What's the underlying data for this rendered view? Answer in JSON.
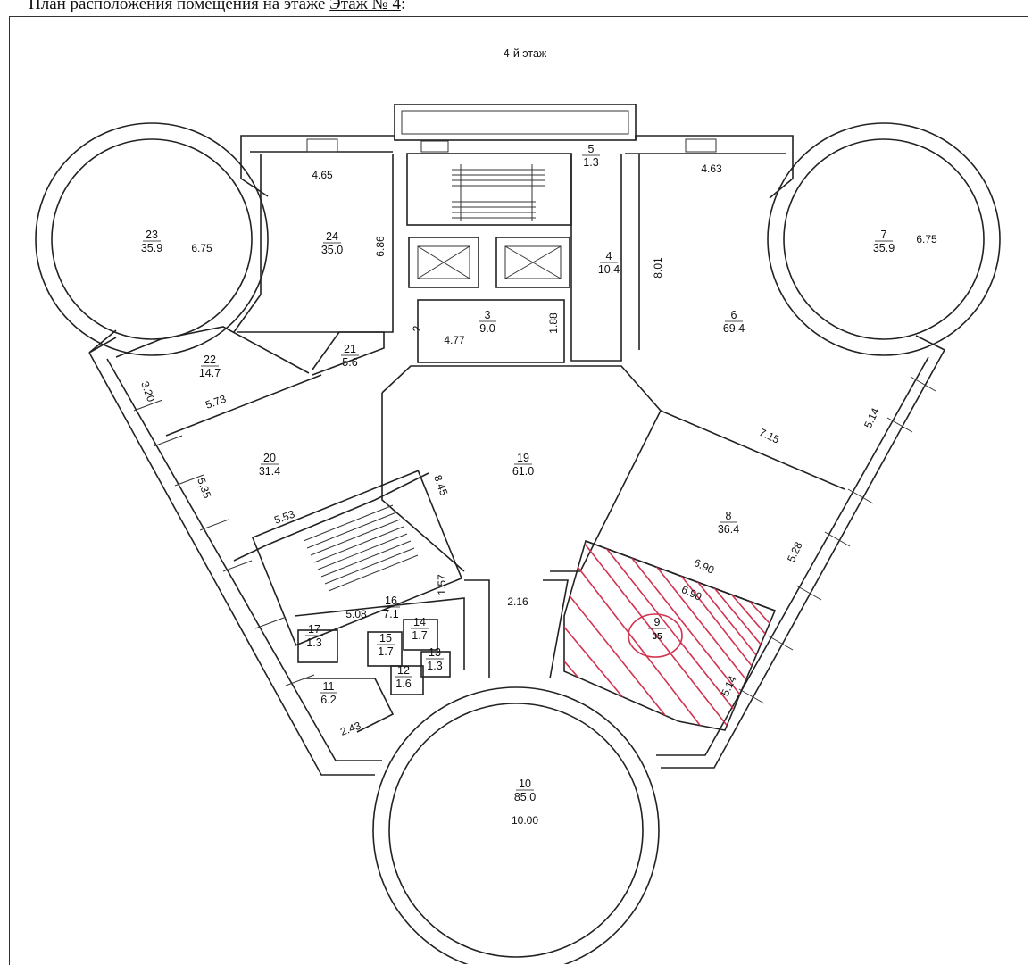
{
  "title": {
    "prefix": "План расположения помещения на этаже ",
    "floor_link": "Этаж №   4",
    "suffix": ":"
  },
  "floor_label": "4-й этаж",
  "colors": {
    "highlight": "#d2324f",
    "line": "#222222"
  },
  "rooms": [
    {
      "id": "room-23",
      "num": "23",
      "area": "35.9"
    },
    {
      "id": "room-24",
      "num": "24",
      "area": "35.0"
    },
    {
      "id": "room-5",
      "num": "5",
      "area": "1.3"
    },
    {
      "id": "room-4",
      "num": "4",
      "area": "10.4"
    },
    {
      "id": "room-3",
      "num": "3",
      "area": "9.0"
    },
    {
      "id": "room-7",
      "num": "7",
      "area": "35.9"
    },
    {
      "id": "room-6",
      "num": "6",
      "area": "69.4"
    },
    {
      "id": "room-22",
      "num": "22",
      "area": "14.7"
    },
    {
      "id": "room-21",
      "num": "21",
      "area": "5.6"
    },
    {
      "id": "room-20",
      "num": "20",
      "area": "31.4"
    },
    {
      "id": "room-19",
      "num": "19",
      "area": "61.0"
    },
    {
      "id": "room-8",
      "num": "8",
      "area": "36.4"
    },
    {
      "id": "room-16",
      "num": "16",
      "area": "7.1"
    },
    {
      "id": "room-17",
      "num": "17",
      "area": "1.3"
    },
    {
      "id": "room-15",
      "num": "15",
      "area": "1.7"
    },
    {
      "id": "room-14",
      "num": "14",
      "area": "1.7"
    },
    {
      "id": "room-13",
      "num": "13",
      "area": "1.3"
    },
    {
      "id": "room-12",
      "num": "12",
      "area": "1.6"
    },
    {
      "id": "room-11",
      "num": "11",
      "area": "6.2"
    },
    {
      "id": "room-10",
      "num": "10",
      "area": "85.0"
    },
    {
      "id": "room-9",
      "num": "9",
      "area": "35"
    }
  ],
  "dimensions": [
    "4.65",
    "6.75",
    "6.86",
    "4.63",
    "6.75",
    "8.01",
    "2",
    "4.77",
    "1.88",
    "3.20",
    "5.73",
    "5.35",
    "5.53",
    "8.45",
    "7.15",
    "5.14",
    "5.28",
    "6.90",
    "6.90",
    "5.14",
    "1.57",
    "2.16",
    "5.08",
    "2.43",
    "10.00"
  ]
}
